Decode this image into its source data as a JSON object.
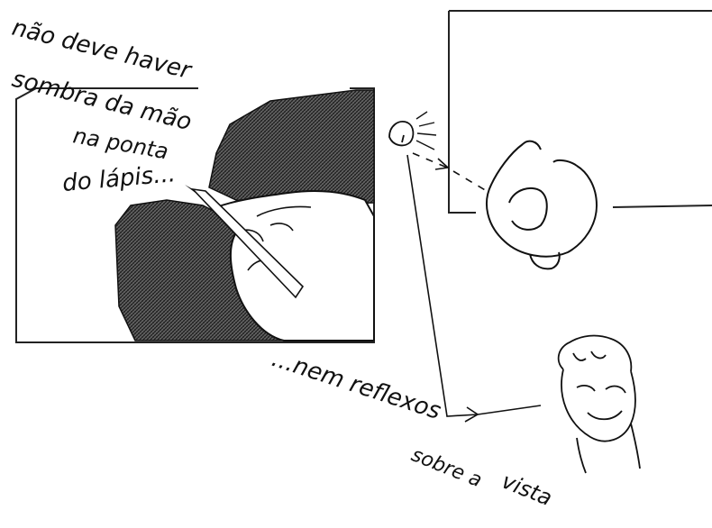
{
  "captions": {
    "line1": "não deve haver",
    "line2": "sombra da mão",
    "line3": "na ponta",
    "line4": "do lápis...",
    "reflex": "...nem reflexos",
    "view1": "sobre a",
    "view2": "vista"
  }
}
